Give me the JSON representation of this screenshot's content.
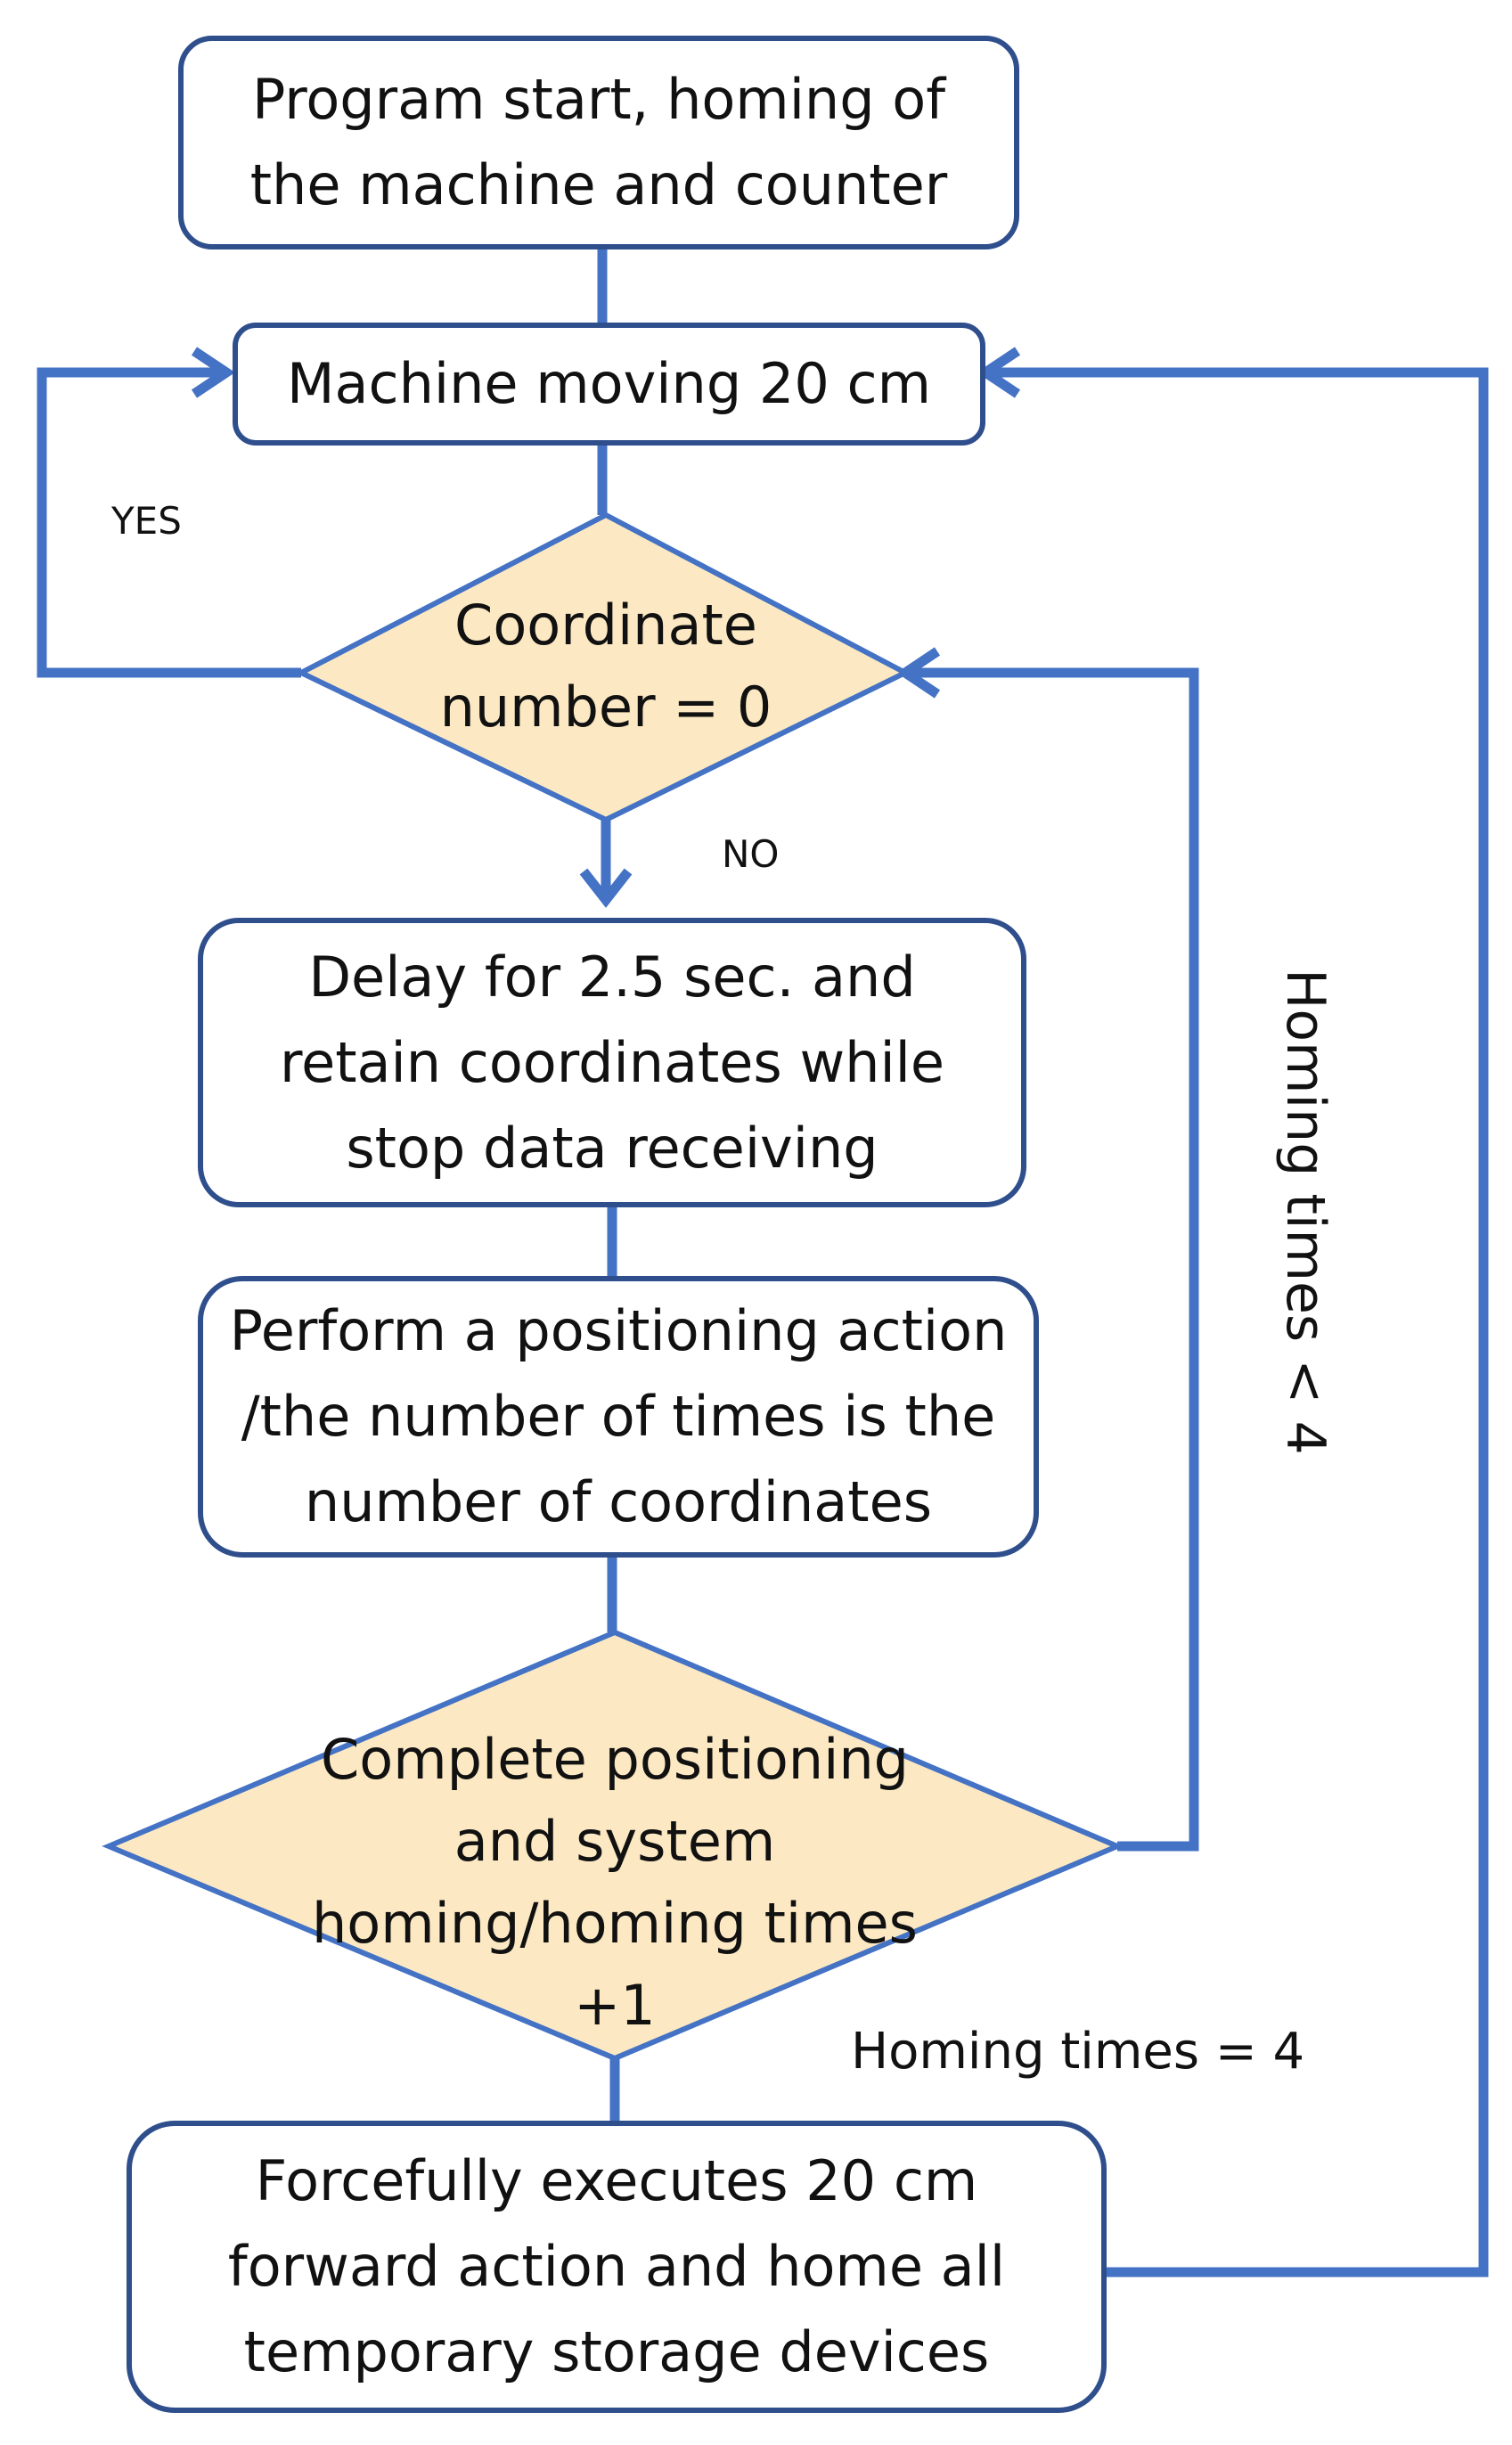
{
  "nodes": {
    "start": "Program start, homing of the machine and counter",
    "move": "Machine moving 20 cm",
    "decision_coord": "Coordinate number = 0",
    "delay": "Delay for 2.5 sec. and retain coordinates while stop data receiving",
    "position": "Perform a positioning action /the number of times is the number of coordinates",
    "decision_complete": "Complete positioning and system homing/homing times +1",
    "force": "Forcefully executes 20 cm forward action and home all temporary storage devices"
  },
  "edges": {
    "yes": "YES",
    "no": "NO",
    "homing_lt4": "Homing times < 4",
    "homing_eq4": "Homing times = 4"
  },
  "colors": {
    "line": "#4472C4",
    "box_border": "#2F4E8C",
    "diamond_fill": "#FCE9C3"
  }
}
